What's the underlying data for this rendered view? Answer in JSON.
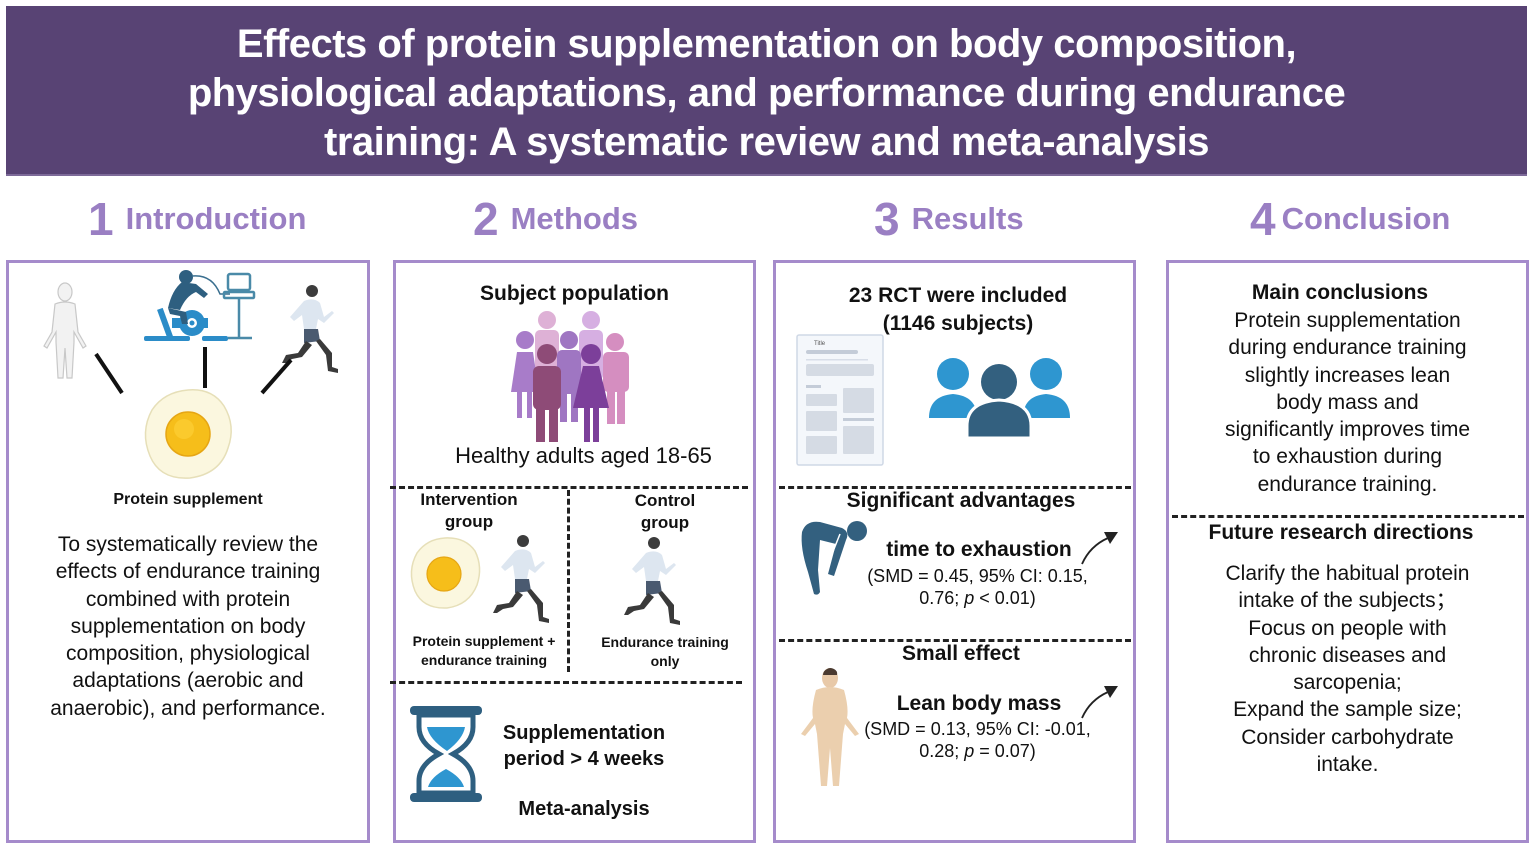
{
  "banner": {
    "title_line1": "Effects of protein supplementation on body composition,",
    "title_line2": "physiological adaptations, and performance during endurance",
    "title_line3": "training: A systematic review and meta-analysis"
  },
  "colors": {
    "banner_bg": "#584374",
    "accent": "#9a7fc3",
    "panel_border": "#a58bcb"
  },
  "sections": [
    {
      "number": "1",
      "label": "Introduction"
    },
    {
      "number": "2",
      "label": "Methods"
    },
    {
      "number": "3",
      "label": "Results"
    },
    {
      "number": "4",
      "label": "Conclusion"
    }
  ],
  "introduction": {
    "icons": [
      "human-body-icon",
      "cycle-ergometer-icon",
      "runner-icon",
      "fried-egg-icon"
    ],
    "egg_caption": "Protein supplement",
    "aim_lines": [
      "To systematically review the",
      "effects of endurance training",
      "combined with protein",
      "supplementation on body",
      "composition, physiological",
      "adaptations (aerobic and",
      "anaerobic), and performance."
    ]
  },
  "methods": {
    "population_title": "Subject population",
    "population_desc": "Healthy adults aged 18-65",
    "intervention": {
      "title_1": "Intervention",
      "title_2": "group",
      "caption_1": "Protein supplement +",
      "caption_2": "endurance training"
    },
    "control": {
      "title_1": "Control",
      "title_2": "group",
      "caption_1": "Endurance training",
      "caption_2": "only"
    },
    "period_1": "Supplementation",
    "period_2": "period > 4 weeks",
    "analysis": "Meta-analysis"
  },
  "results": {
    "included_1": "23 RCT were included",
    "included_2": "(1146 subjects)",
    "doc_title": "Title",
    "significant_title": "Significant advantages",
    "tte": {
      "label": "time to exhaustion",
      "stats_1": "(SMD = 0.45, 95% CI: 0.15,",
      "stats_2a": "0.76; ",
      "p": "p",
      "stats_2b": " < 0.01)"
    },
    "small_title": "Small effect",
    "lbm": {
      "label": "Lean body mass",
      "stats_1": "(SMD = 0.13, 95% CI: -0.01,",
      "stats_2a": "0.28; ",
      "p": "p",
      "stats_2b": " = 0.07)"
    }
  },
  "conclusion": {
    "main_title": "Main conclusions",
    "main_lines": [
      "Protein supplementation",
      "during endurance training",
      "slightly increases lean",
      "body mass and",
      "significantly improves time",
      "to exhaustion during",
      "endurance training."
    ],
    "future_title": "Future research directions",
    "future_lines": [
      "Clarify the habitual protein",
      "intake of the subjects；",
      "Focus on people with",
      "chronic diseases and",
      "sarcopenia;",
      "Expand the sample size;",
      "Consider carbohydrate",
      "intake."
    ]
  }
}
